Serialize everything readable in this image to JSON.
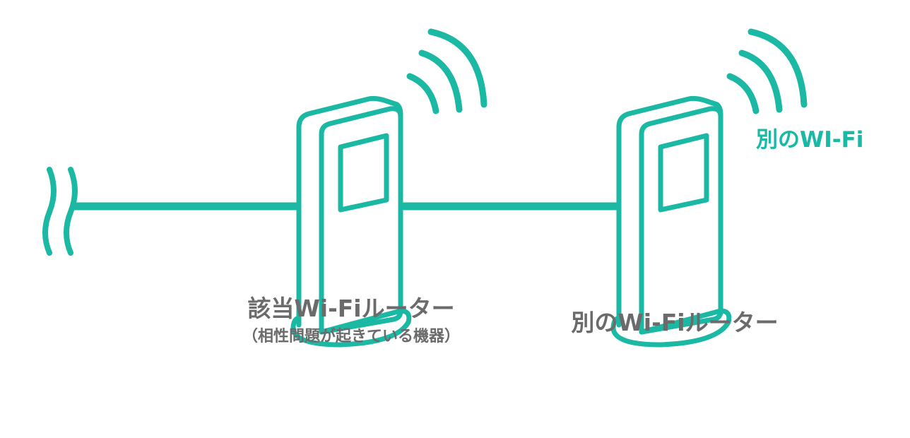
{
  "colors": {
    "accent": "#1bb8a4",
    "label": "#6b6b6b"
  },
  "routers": [
    {
      "label": "該当Wi-Fiルーター",
      "sublabel": "（相性問題が起きている機器）"
    },
    {
      "label": "別のWi-Fiルーター"
    }
  ],
  "wifi_tag": "別のWI-Fi"
}
